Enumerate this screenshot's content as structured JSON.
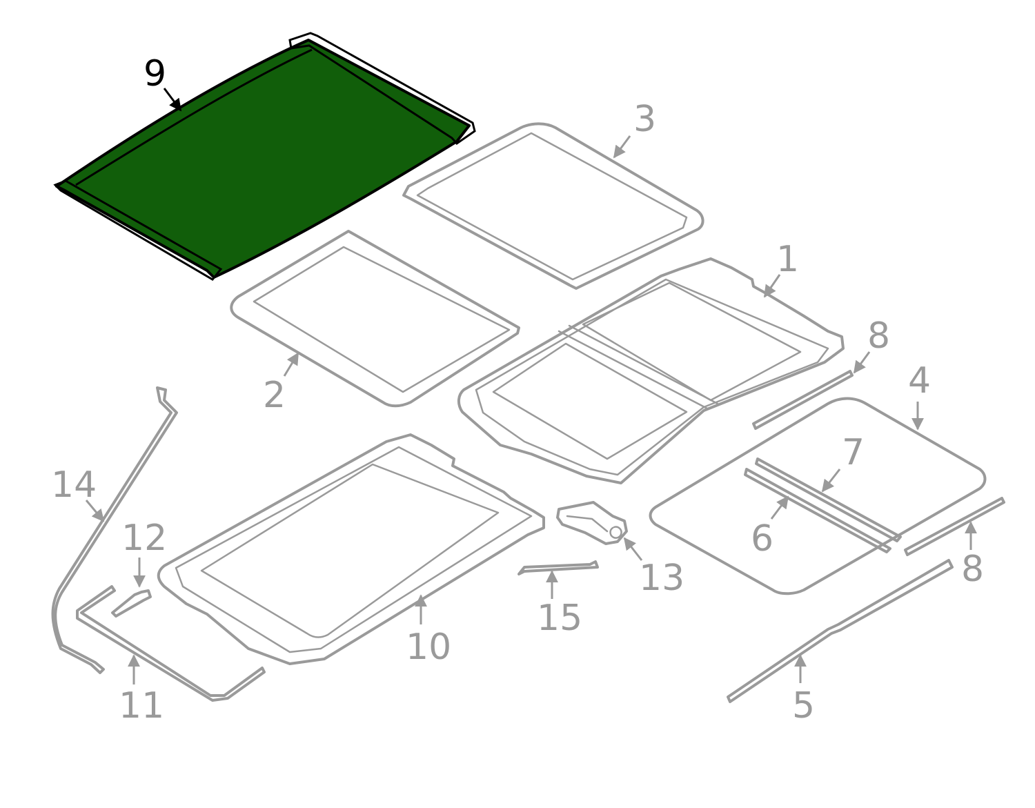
{
  "diagram": {
    "highlight_color": "#115e0a",
    "part_color": "#9a9a9a",
    "callouts": {
      "c1": "1",
      "c2": "2",
      "c3": "3",
      "c4": "4",
      "c5": "5",
      "c6": "6",
      "c7": "7",
      "c8a": "8",
      "c8b": "8",
      "c9": "9",
      "c10": "10",
      "c11": "11",
      "c12": "12",
      "c13": "13",
      "c14": "14",
      "c15": "15"
    }
  }
}
